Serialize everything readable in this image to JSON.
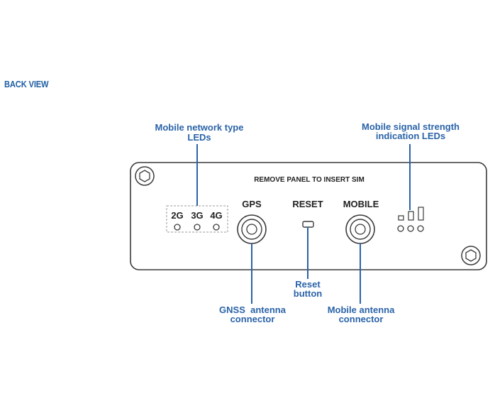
{
  "section_title": "BACK VIEW",
  "colors": {
    "accent": "#2a63a8",
    "outline": "#3a3a3a",
    "text_dark": "#222222",
    "dashed": "#9a9a9a"
  },
  "panel": {
    "instruction": "REMOVE PANEL TO INSERT SIM",
    "network_leds": [
      "2G",
      "3G",
      "4G"
    ],
    "gps_label": "GPS",
    "reset_label": "RESET",
    "mobile_label": "MOBILE",
    "signal_led_count": 3
  },
  "callouts": {
    "network_leds": [
      "Mobile network type",
      "LEDs"
    ],
    "signal_leds": [
      "Mobile signal strength",
      "indication LEDs"
    ],
    "reset": [
      "Reset",
      "button"
    ],
    "gnss": [
      "GNSS  antenna",
      "connector"
    ],
    "mobile_antenna": [
      "Mobile antenna",
      "connector"
    ]
  }
}
